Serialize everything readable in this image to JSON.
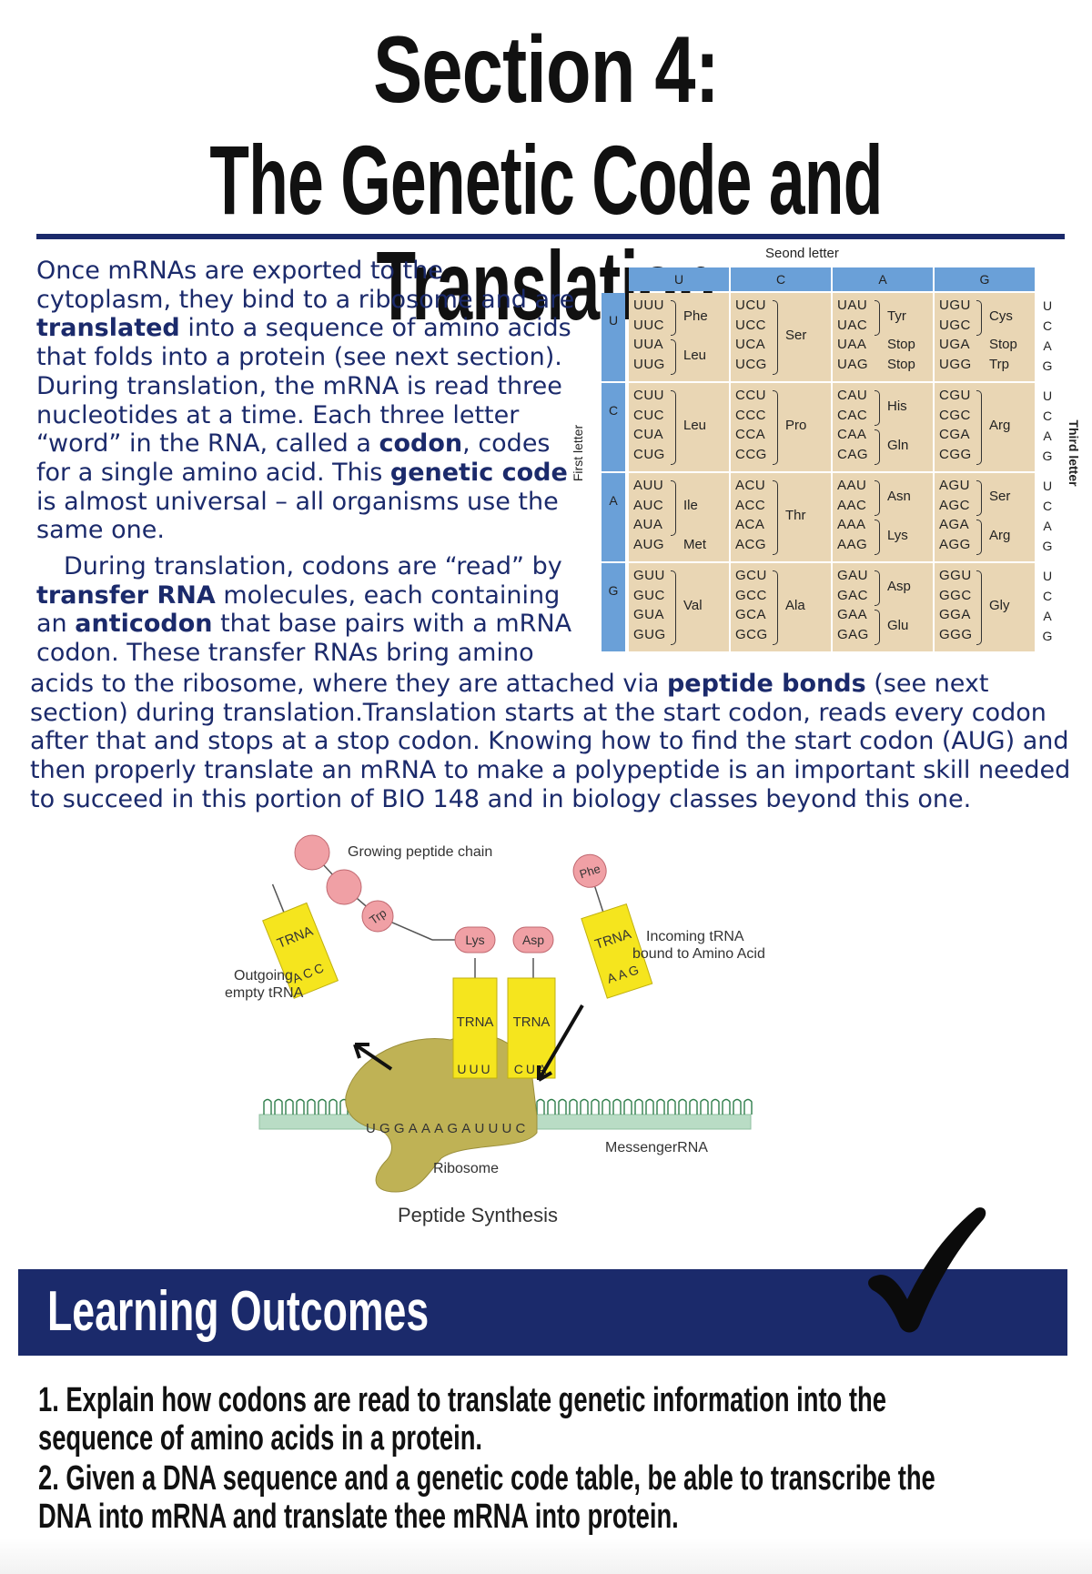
{
  "header": {
    "line1": "Section 4:",
    "line2": "The Genetic Code and Translation"
  },
  "body": {
    "p1": [
      {
        "t": "Once mRNAs are exported to the cytoplasm, they bind to a ribosome and are "
      },
      {
        "t": "translated",
        "b": true
      },
      {
        "t": " into a sequence of amino acids that folds into a protein (see next section). During translation, the mRNA is read three nucleotides at a time. Each three letter “word” in the RNA, called a "
      },
      {
        "t": "codon",
        "b": true
      },
      {
        "t": ", codes for a single amino acid. This "
      },
      {
        "t": "genetic code",
        "b": true
      },
      {
        "t": " is almost universal – all organisms use the same one."
      }
    ],
    "p2": [
      {
        "t": "During translation, codons are “read” by "
      },
      {
        "t": "transfer RNA",
        "b": true
      },
      {
        "t": " molecules, each containing an "
      },
      {
        "t": "anticodon",
        "b": true
      },
      {
        "t": " that base pairs with a mRNA codon. These transfer RNAs bring amino"
      }
    ],
    "p3": [
      {
        "t": "acids to the ribosome, where they are attached via "
      },
      {
        "t": "peptide bonds",
        "b": true
      },
      {
        "t": " (see next section) during translation.Translation starts at the start codon, reads every codon after that and stops at a stop codon. Knowing how to find the start codon (AUG) and then properly translate an mRNA to make a polypeptide is an important skill needed to succeed in this portion of BIO 148 and in biology classes beyond this one."
      }
    ]
  },
  "codon_table": {
    "second_letter_label": "Seond letter",
    "first_letter_label": "First letter",
    "third_letter_label": "Third letter",
    "second_letters": [
      "U",
      "C",
      "A",
      "G"
    ],
    "first_letters": [
      "U",
      "C",
      "A",
      "G"
    ],
    "third_letters": [
      "U",
      "C",
      "A",
      "G"
    ],
    "rows": [
      [
        {
          "codons": [
            "UUU",
            "UUC",
            "UUA",
            "UUG"
          ],
          "aa": [
            {
              "name": "Phe",
              "span": [
                0,
                1
              ]
            },
            {
              "name": "Leu",
              "span": [
                2,
                3
              ]
            }
          ]
        },
        {
          "codons": [
            "UCU",
            "UCC",
            "UCA",
            "UCG"
          ],
          "aa": [
            {
              "name": "Ser",
              "span": [
                0,
                3
              ]
            }
          ]
        },
        {
          "codons": [
            "UAU",
            "UAC",
            "UAA",
            "UAG"
          ],
          "aa": [
            {
              "name": "Tyr",
              "span": [
                0,
                1
              ]
            },
            {
              "name": "Stop",
              "span": [
                2,
                2
              ]
            },
            {
              "name": "Stop",
              "span": [
                3,
                3
              ]
            }
          ]
        },
        {
          "codons": [
            "UGU",
            "UGC",
            "UGA",
            "UGG"
          ],
          "aa": [
            {
              "name": "Cys",
              "span": [
                0,
                1
              ]
            },
            {
              "name": "Stop",
              "span": [
                2,
                2
              ]
            },
            {
              "name": "Trp",
              "span": [
                3,
                3
              ]
            }
          ]
        }
      ],
      [
        {
          "codons": [
            "CUU",
            "CUC",
            "CUA",
            "CUG"
          ],
          "aa": [
            {
              "name": "Leu",
              "span": [
                0,
                3
              ]
            }
          ]
        },
        {
          "codons": [
            "CCU",
            "CCC",
            "CCA",
            "CCG"
          ],
          "aa": [
            {
              "name": "Pro",
              "span": [
                0,
                3
              ]
            }
          ]
        },
        {
          "codons": [
            "CAU",
            "CAC",
            "CAA",
            "CAG"
          ],
          "aa": [
            {
              "name": "His",
              "span": [
                0,
                1
              ]
            },
            {
              "name": "Gln",
              "span": [
                2,
                3
              ]
            }
          ]
        },
        {
          "codons": [
            "CGU",
            "CGC",
            "CGA",
            "CGG"
          ],
          "aa": [
            {
              "name": "Arg",
              "span": [
                0,
                3
              ]
            }
          ]
        }
      ],
      [
        {
          "codons": [
            "AUU",
            "AUC",
            "AUA",
            "AUG"
          ],
          "aa": [
            {
              "name": "Ile",
              "span": [
                0,
                2
              ]
            },
            {
              "name": "Met",
              "span": [
                3,
                3
              ]
            }
          ]
        },
        {
          "codons": [
            "ACU",
            "ACC",
            "ACA",
            "ACG"
          ],
          "aa": [
            {
              "name": "Thr",
              "span": [
                0,
                3
              ]
            }
          ]
        },
        {
          "codons": [
            "AAU",
            "AAC",
            "AAA",
            "AAG"
          ],
          "aa": [
            {
              "name": "Asn",
              "span": [
                0,
                1
              ]
            },
            {
              "name": "Lys",
              "span": [
                2,
                3
              ]
            }
          ]
        },
        {
          "codons": [
            "AGU",
            "AGC",
            "AGA",
            "AGG"
          ],
          "aa": [
            {
              "name": "Ser",
              "span": [
                0,
                1
              ]
            },
            {
              "name": "Arg",
              "span": [
                2,
                3
              ]
            }
          ]
        }
      ],
      [
        {
          "codons": [
            "GUU",
            "GUC",
            "GUA",
            "GUG"
          ],
          "aa": [
            {
              "name": "Val",
              "span": [
                0,
                3
              ]
            }
          ]
        },
        {
          "codons": [
            "GCU",
            "GCC",
            "GCA",
            "GCG"
          ],
          "aa": [
            {
              "name": "Ala",
              "span": [
                0,
                3
              ]
            }
          ]
        },
        {
          "codons": [
            "GAU",
            "GAC",
            "GAA",
            "GAG"
          ],
          "aa": [
            {
              "name": "Asp",
              "span": [
                0,
                1
              ]
            },
            {
              "name": "Glu",
              "span": [
                2,
                3
              ]
            }
          ]
        },
        {
          "codons": [
            "GGU",
            "GGC",
            "GGA",
            "GGG"
          ],
          "aa": [
            {
              "name": "Gly",
              "span": [
                0,
                3
              ]
            }
          ]
        }
      ]
    ]
  },
  "diagram": {
    "growing_chain_label": "Growing peptide chain",
    "outgoing_label_1": "Outgoing",
    "outgoing_label_2": "empty tRNA",
    "incoming_label_1": "Incoming  tRNA",
    "incoming_label_2": "bound to Amino Acid",
    "mrna_label": "MessengerRNA",
    "ribosome_label": "Ribosome",
    "caption": "Peptide Synthesis",
    "trna_label": "TRNA",
    "aa_trp": "Trp",
    "aa_lys": "Lys",
    "aa_asp": "Asp",
    "aa_phe": "Phe",
    "anticodon_out": "ACC",
    "anticodon_1": "UUU",
    "anticodon_2": "CUA",
    "anticodon_in": "AAG",
    "mrna_sequence": "UGGAAAGAUUUC",
    "colors": {
      "trna": "#f5e51e",
      "amino": "#f0a0a5",
      "ribosome": "#bfb255",
      "mrna": "#b9dcc5"
    }
  },
  "learning_outcomes": {
    "title": "Learning Outcomes",
    "items": [
      "1. Explain how codons are read to translate genetic information into the sequence of amino acids in a protein.",
      "2. Given a DNA sequence and a genetic code table, be able to transcribe the DNA into mRNA and translate thee mRNA into protein."
    ]
  }
}
